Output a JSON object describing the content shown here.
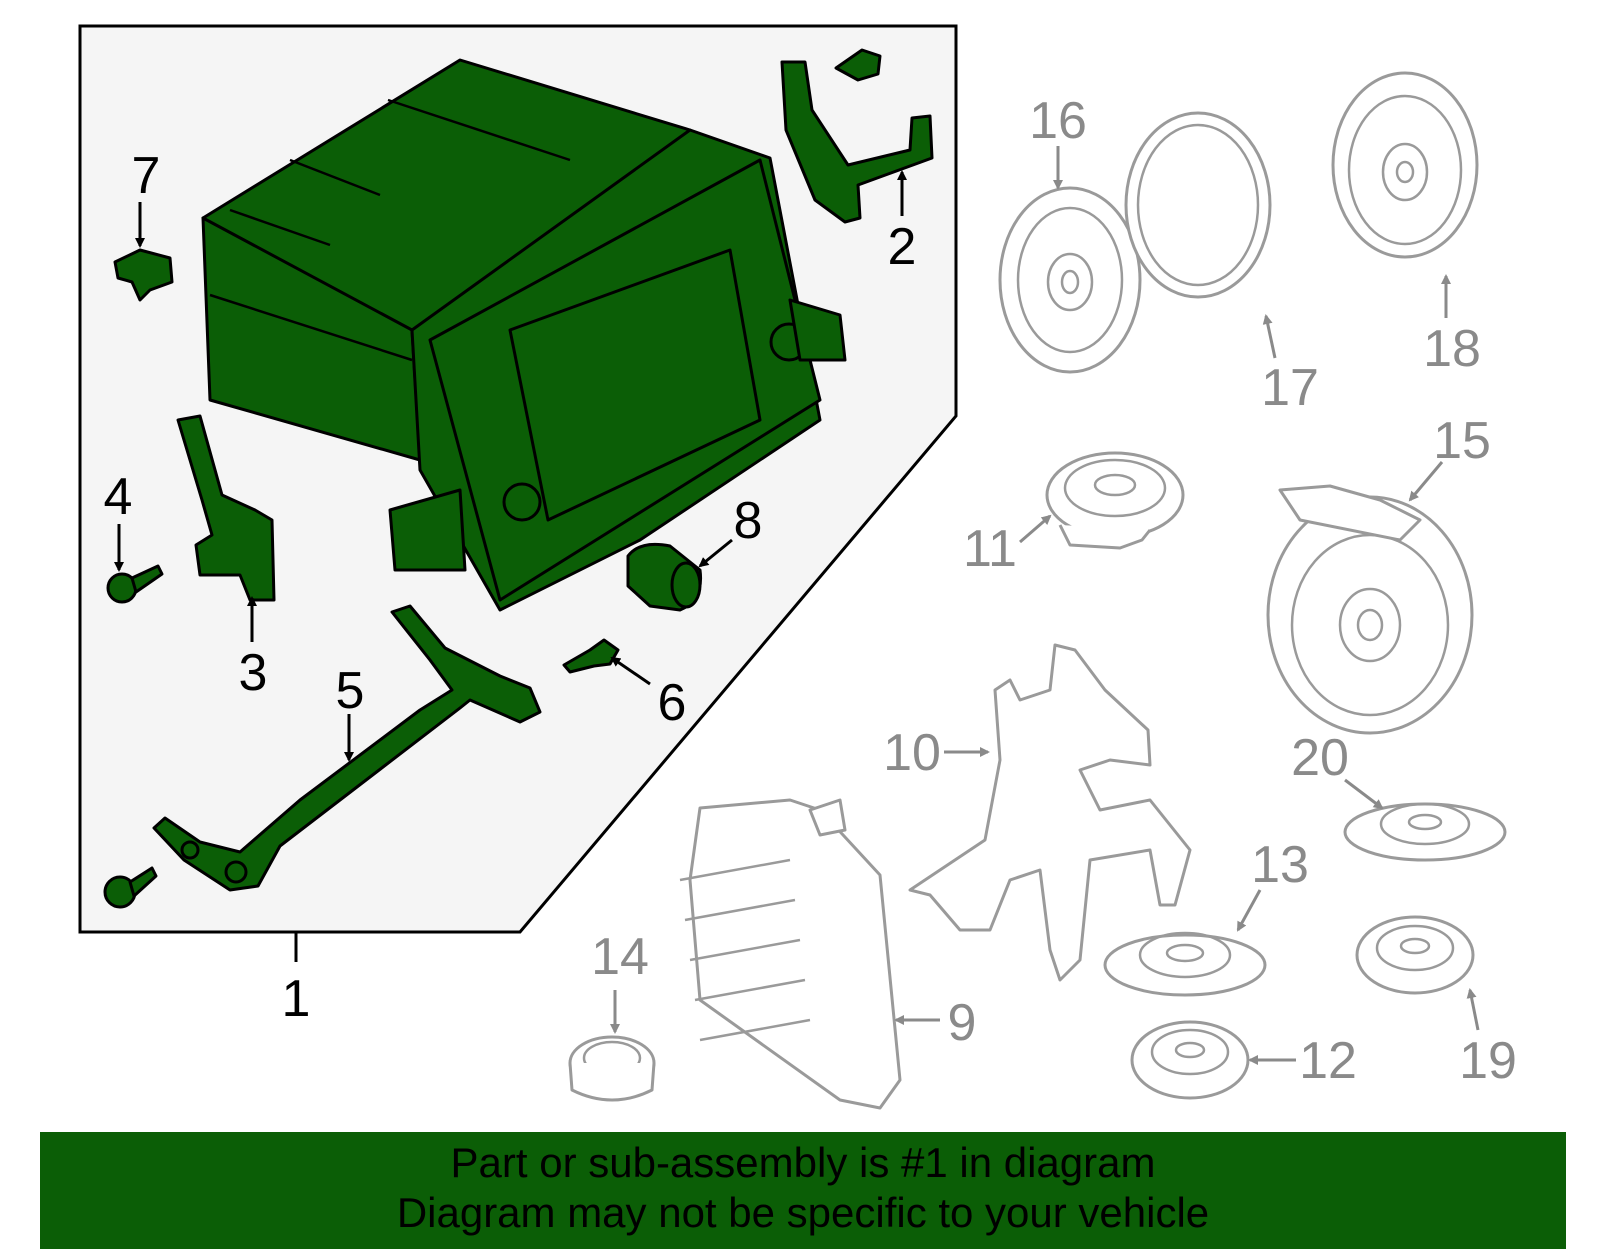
{
  "diagram": {
    "callouts": [
      "1",
      "2",
      "3",
      "4",
      "5",
      "6",
      "7",
      "8",
      "9",
      "10",
      "11",
      "12",
      "13",
      "14",
      "15",
      "16",
      "17",
      "18",
      "19",
      "20"
    ],
    "highlight_color": "#0b5e06",
    "highlighted_part": "1"
  },
  "banner": {
    "line1": "Part or sub-assembly is #1 in diagram",
    "line2": "Diagram may not be specific to your vehicle"
  }
}
